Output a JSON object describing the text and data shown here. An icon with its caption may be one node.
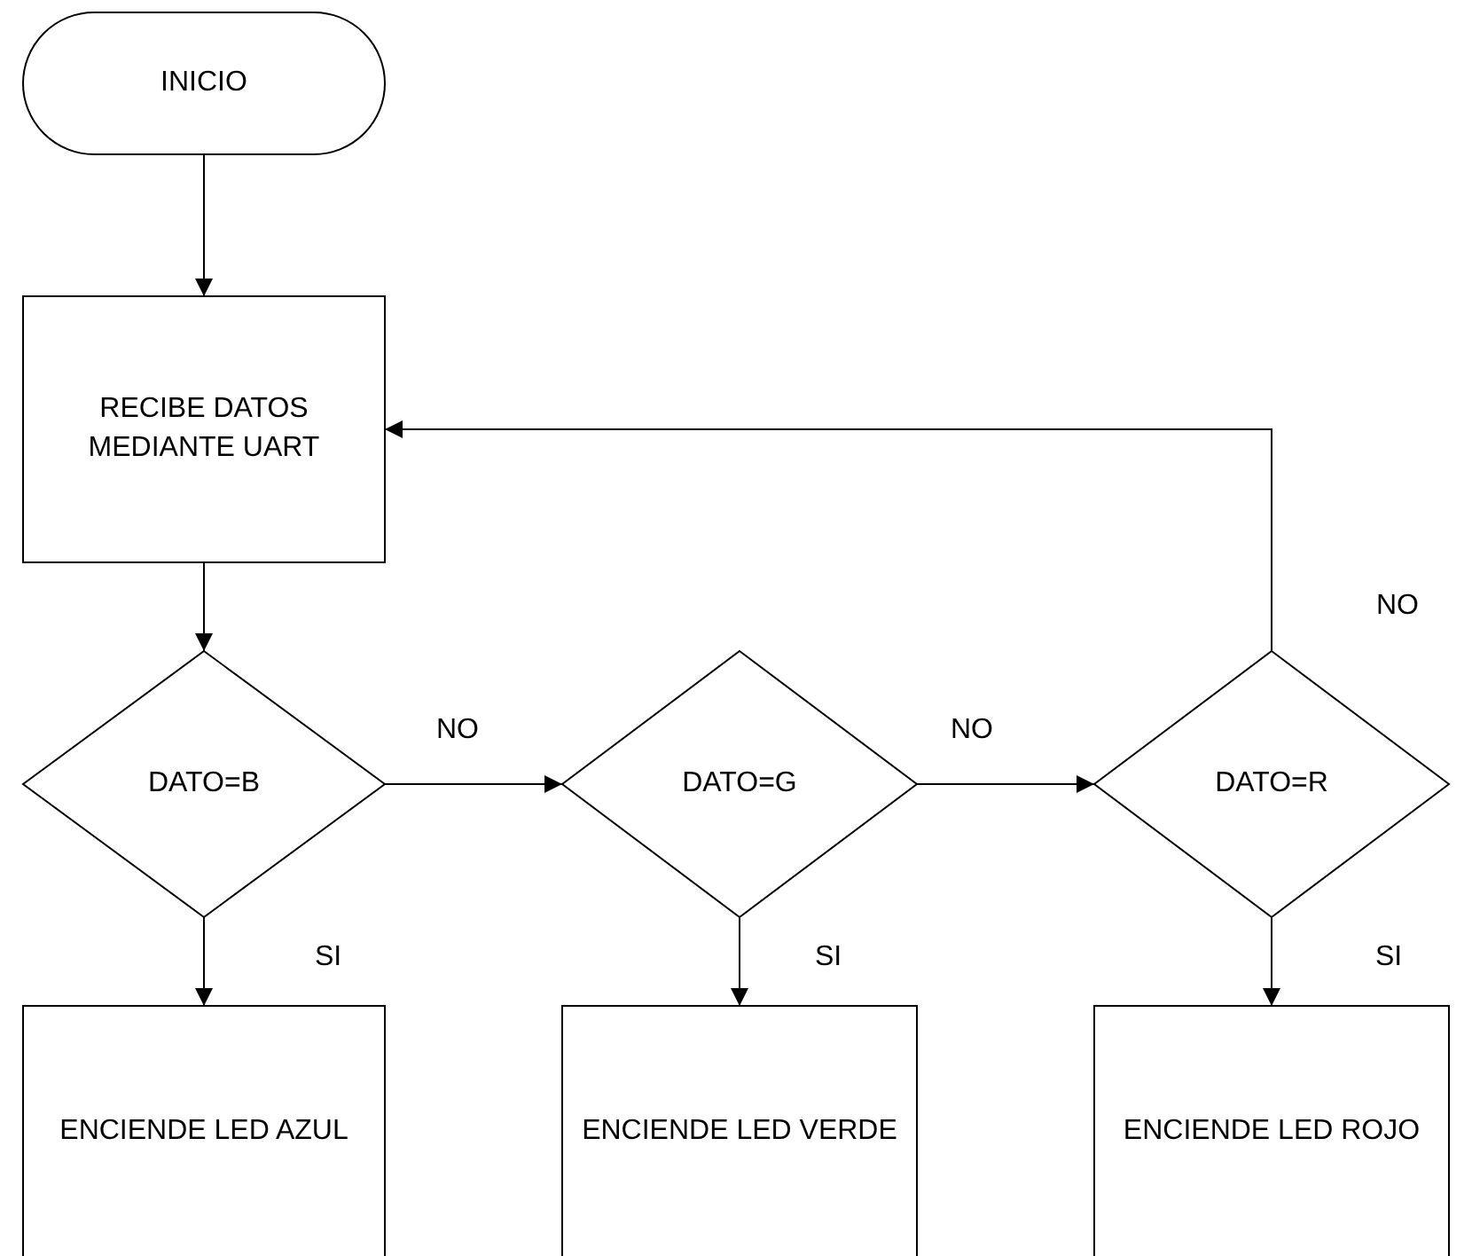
{
  "diagram": {
    "nodes": [
      {
        "text": [
          "INICIO"
        ]
      },
      {
        "text": [
          "RECIBE DATOS MEDIANTE UART"
        ]
      },
      {
        "text": [
          "DATO=B"
        ]
      },
      {
        "text": [
          "DATO=G"
        ]
      },
      {
        "text": [
          "DATO=R"
        ]
      },
      {
        "text": [
          "ENCIENDE LED AZUL"
        ]
      },
      {
        "text": [
          "ENCIENDE LED VERDE"
        ]
      },
      {
        "text": [
          "ENCIENDE LED ROJO"
        ]
      }
    ],
    "edges": [
      {
        "from": 0,
        "to": 1,
        "arrow": "to"
      },
      {
        "from": 1,
        "to": 2,
        "arrow": "to"
      },
      {
        "from": 2,
        "to": 3,
        "arrow": "to",
        "label": "NO"
      },
      {
        "from": 3,
        "to": 4,
        "arrow": "to",
        "label": "NO"
      },
      {
        "from": 4,
        "to": 1,
        "arrow": "to",
        "label": "NO"
      },
      {
        "from": 2,
        "to": 5,
        "arrow": "to",
        "label": "SI"
      },
      {
        "from": 3,
        "to": 6,
        "arrow": "to",
        "label": "SI"
      },
      {
        "from": 4,
        "to": 7,
        "arrow": "to",
        "label": "SI"
      }
    ]
  }
}
